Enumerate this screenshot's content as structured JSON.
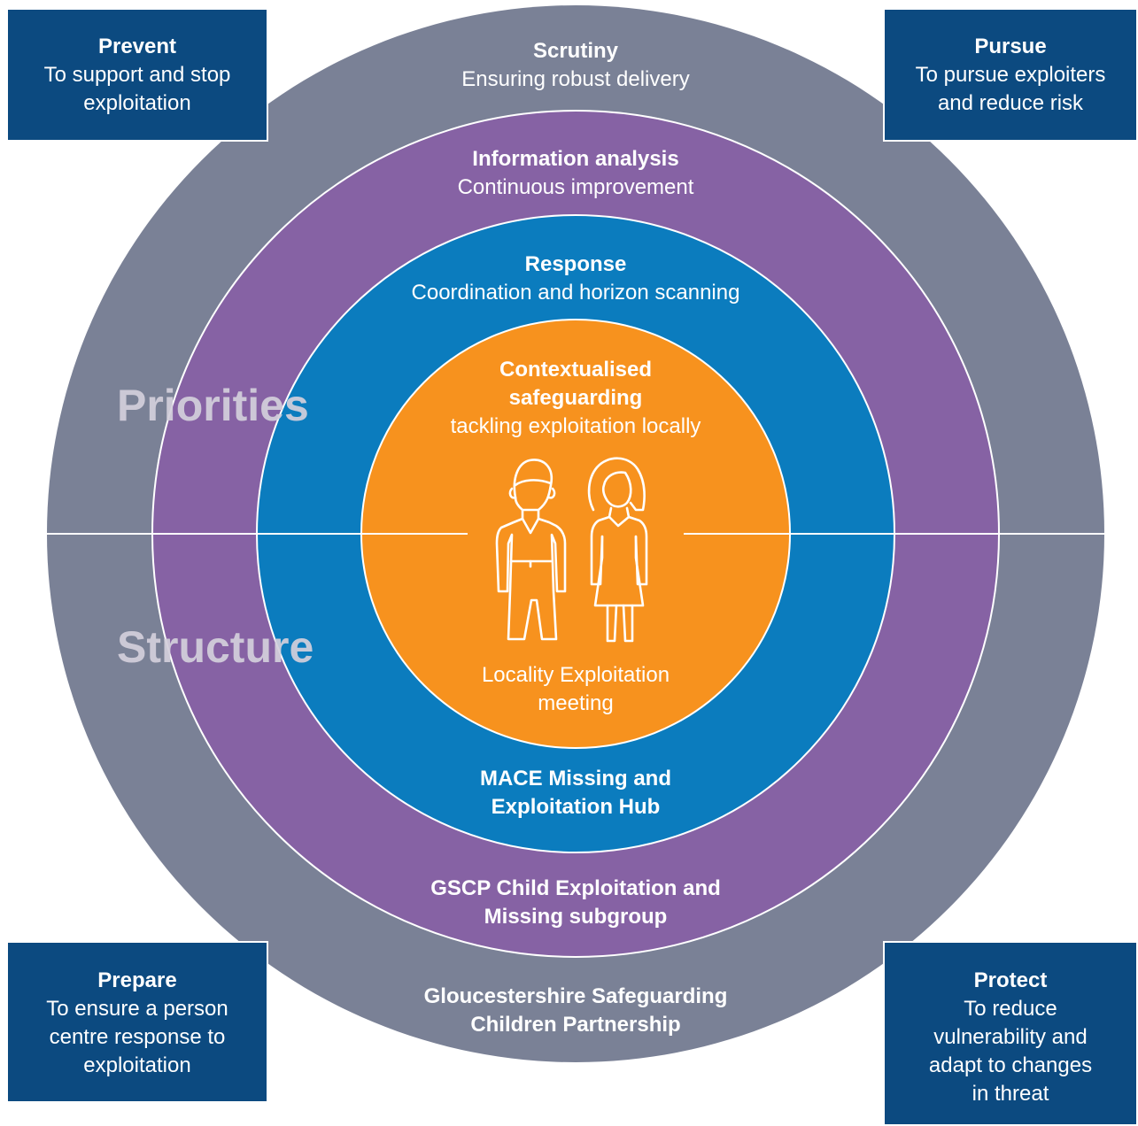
{
  "colors": {
    "outer_ring": "#7a8196",
    "middle_ring": "#8662a4",
    "inner_ring": "#0b7cbe",
    "core": "#f7921e",
    "corner_box": "#0c4a80"
  },
  "labels": {
    "priorities": "Priorities",
    "structure": "Structure"
  },
  "rings": {
    "scrutiny": {
      "title": "Scrutiny",
      "subtitle": "Ensuring robust delivery"
    },
    "information": {
      "title": "Information analysis",
      "subtitle": "Continuous improvement"
    },
    "response": {
      "title": "Response",
      "subtitle": "Coordination and horizon scanning"
    },
    "core": {
      "title_line1": "Contextualised",
      "title_line2": "safeguarding",
      "subtitle": "tackling exploitation locally",
      "bottom_line1": "Locality Exploitation",
      "bottom_line2": "meeting"
    },
    "mace": {
      "line1": "MACE Missing and",
      "line2": "Exploitation Hub"
    },
    "gscp": {
      "line1": "GSCP Child Exploitation and",
      "line2": "Missing subgroup"
    },
    "gloucestershire": {
      "line1": "Gloucestershire Safeguarding",
      "line2": "Children Partnership"
    }
  },
  "corners": {
    "prevent": {
      "title": "Prevent",
      "lines": [
        "To support and stop",
        "exploitation"
      ]
    },
    "pursue": {
      "title": "Pursue",
      "lines": [
        "To pursue exploiters",
        "and reduce risk"
      ]
    },
    "prepare": {
      "title": "Prepare",
      "lines": [
        "To ensure a person",
        "centre response to",
        "exploitation"
      ]
    },
    "protect": {
      "title": "Protect",
      "lines": [
        "To reduce",
        "vulnerability and",
        "adapt to changes",
        "in threat"
      ]
    }
  },
  "icons": [
    "boy-figure-icon",
    "girl-figure-icon"
  ]
}
